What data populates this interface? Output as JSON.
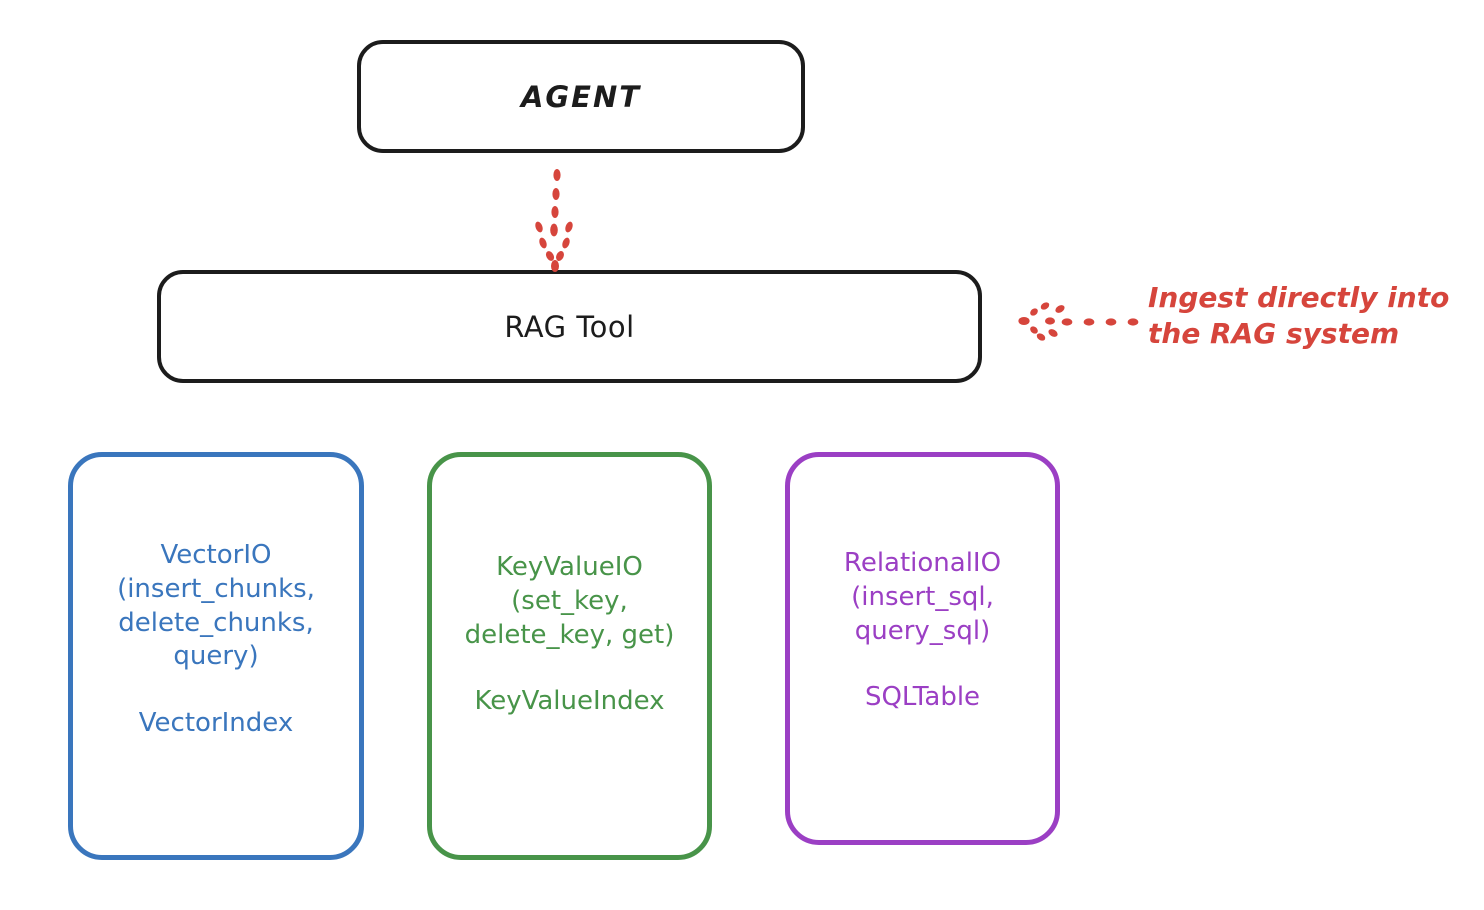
{
  "diagram": {
    "title_text": "AGENT",
    "colors": {
      "dark": "#1c1c1c",
      "red": "#d6453c",
      "blue": "#3a76bd",
      "green": "#489449",
      "purple": "#9b3fc4",
      "background": "#ffffff"
    },
    "nodes": {
      "agent": {
        "label": "AGENT"
      },
      "rag_tool": {
        "label": "RAG Tool"
      },
      "vector": {
        "api": "VectorIO\n(insert_chunks,\ndelete_chunks,\nquery)",
        "index": "VectorIndex"
      },
      "keyvalue": {
        "api": "KeyValueIO\n(set_key,\ndelete_key, get)",
        "index": "KeyValueIndex"
      },
      "relational": {
        "api": "RelationalIO\n(insert_sql,\nquery_sql)",
        "index": "SQLTable"
      }
    },
    "annotations": {
      "ingest": "Ingest directly into\nthe RAG system"
    },
    "connectors": [
      {
        "name": "agent-to-rag-tool",
        "style": "dotted",
        "color": "#d6453c",
        "direction": "down"
      },
      {
        "name": "ingest-to-rag-tool",
        "style": "dotted",
        "color": "#d6453c",
        "direction": "left"
      }
    ]
  }
}
